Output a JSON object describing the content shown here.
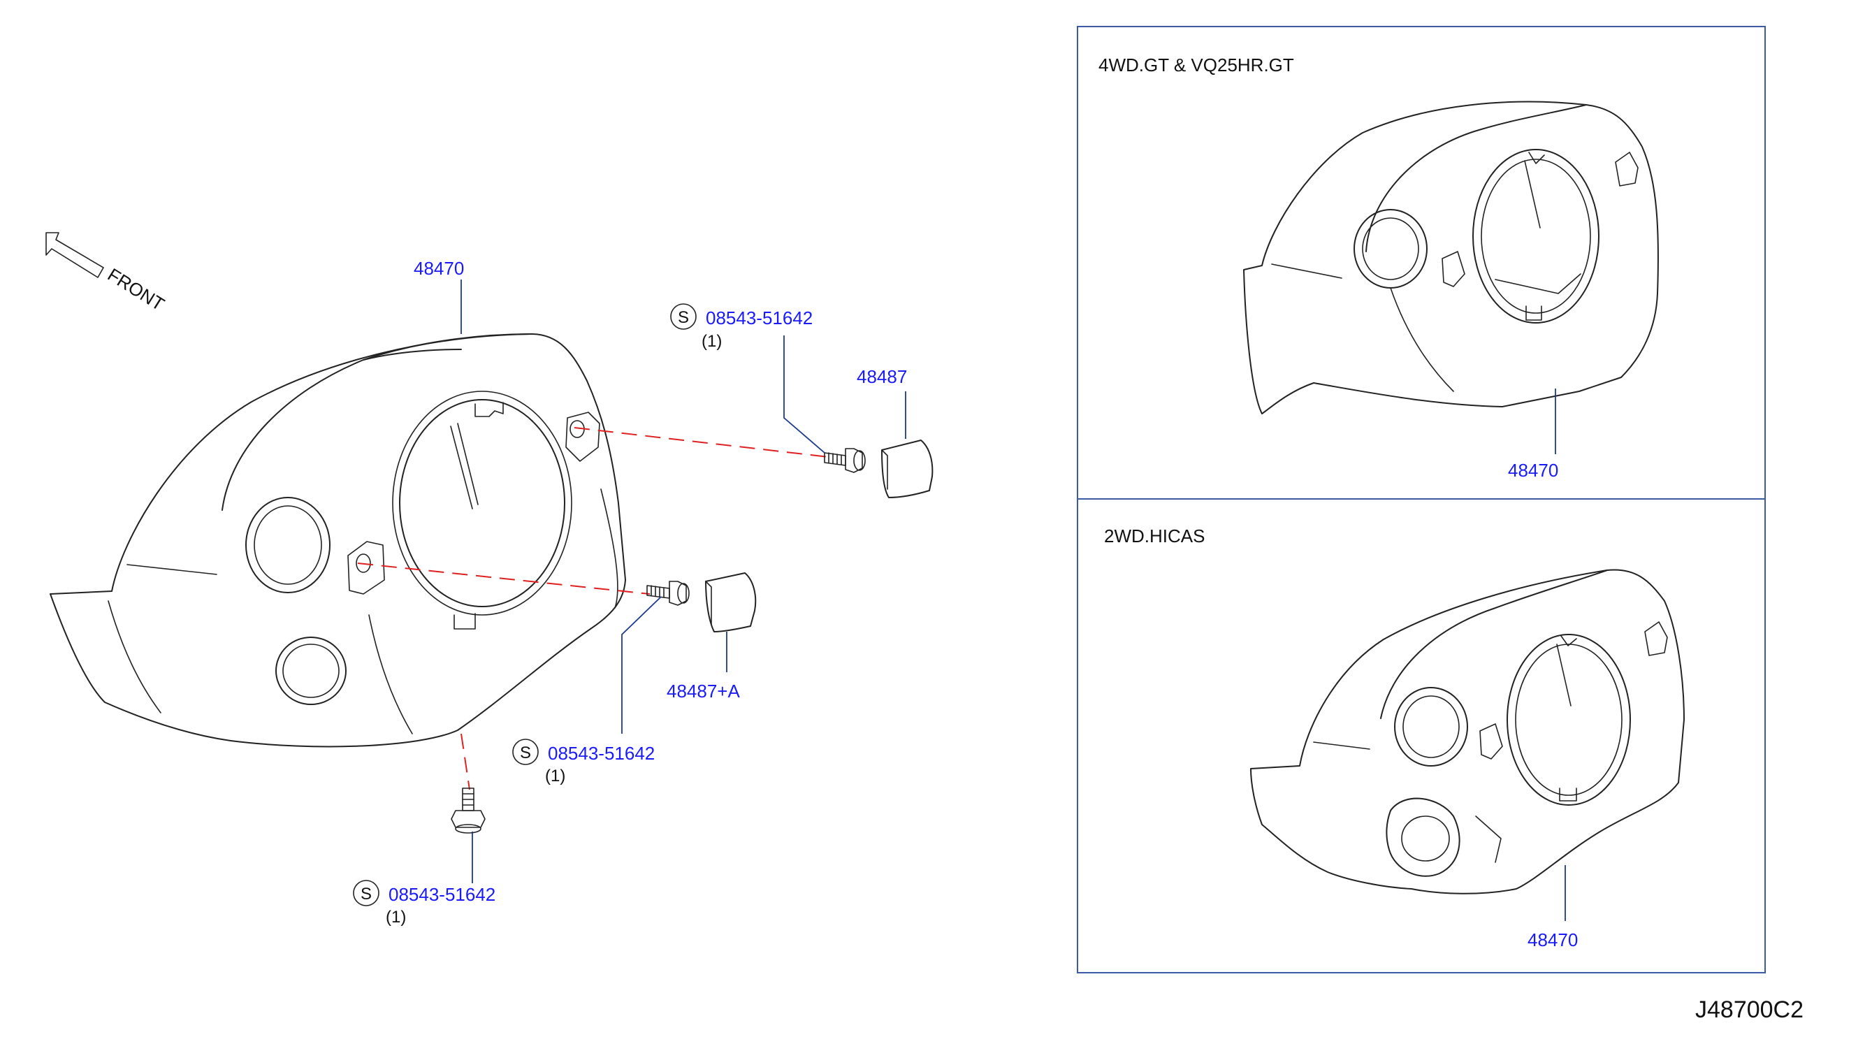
{
  "diagram": {
    "front_label": "FRONT",
    "main_part": {
      "number": "48470"
    },
    "screws": [
      {
        "symbol": "S",
        "number": "08543-51642",
        "qty": "(1)"
      },
      {
        "symbol": "S",
        "number": "08543-51642",
        "qty": "(1)"
      },
      {
        "symbol": "S",
        "number": "08543-51642",
        "qty": "(1)"
      }
    ],
    "caps": [
      {
        "number": "48487"
      },
      {
        "number": "48487+A"
      }
    ],
    "variants": [
      {
        "title": "4WD.GT   &   VQ25HR.GT",
        "part": "48470"
      },
      {
        "title": "2WD.HICAS",
        "part": "48470"
      }
    ],
    "diagram_code": "J48700C2",
    "colors": {
      "part_number": "#1a1aff",
      "leader": "#1d3a8a",
      "hidden_line": "#e02020",
      "frame": "#3b5aa8"
    }
  }
}
